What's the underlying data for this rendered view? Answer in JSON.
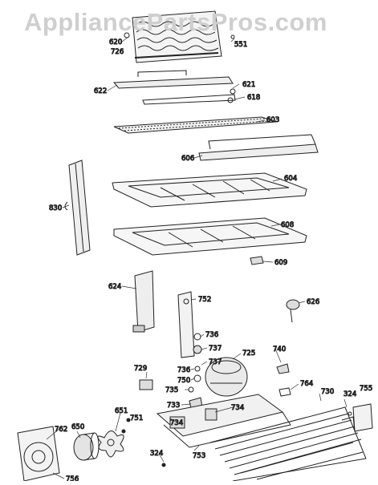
{
  "watermark": "AppliancePartsPros.com",
  "callouts": {
    "c620": "620",
    "c726": "726",
    "c551": "551",
    "c621": "621",
    "c622": "622",
    "c618": "618",
    "c603": "603",
    "c606": "606",
    "c604": "604",
    "c830": "830",
    "c608": "608",
    "c609": "609",
    "c624": "624",
    "c752": "752",
    "c626": "626",
    "c736a": "736",
    "c737a": "737",
    "c737b": "737",
    "c725": "725",
    "c740": "740",
    "c729": "729",
    "c736b": "736",
    "c750": "750",
    "c735": "735",
    "c764": "764",
    "c730": "730",
    "c324a": "324",
    "c755": "755",
    "c733": "733",
    "c651": "651",
    "c751": "751",
    "c734a": "734",
    "c734b": "734",
    "c762": "762",
    "c650": "650",
    "c324b": "324",
    "c753": "753",
    "c756": "756"
  }
}
